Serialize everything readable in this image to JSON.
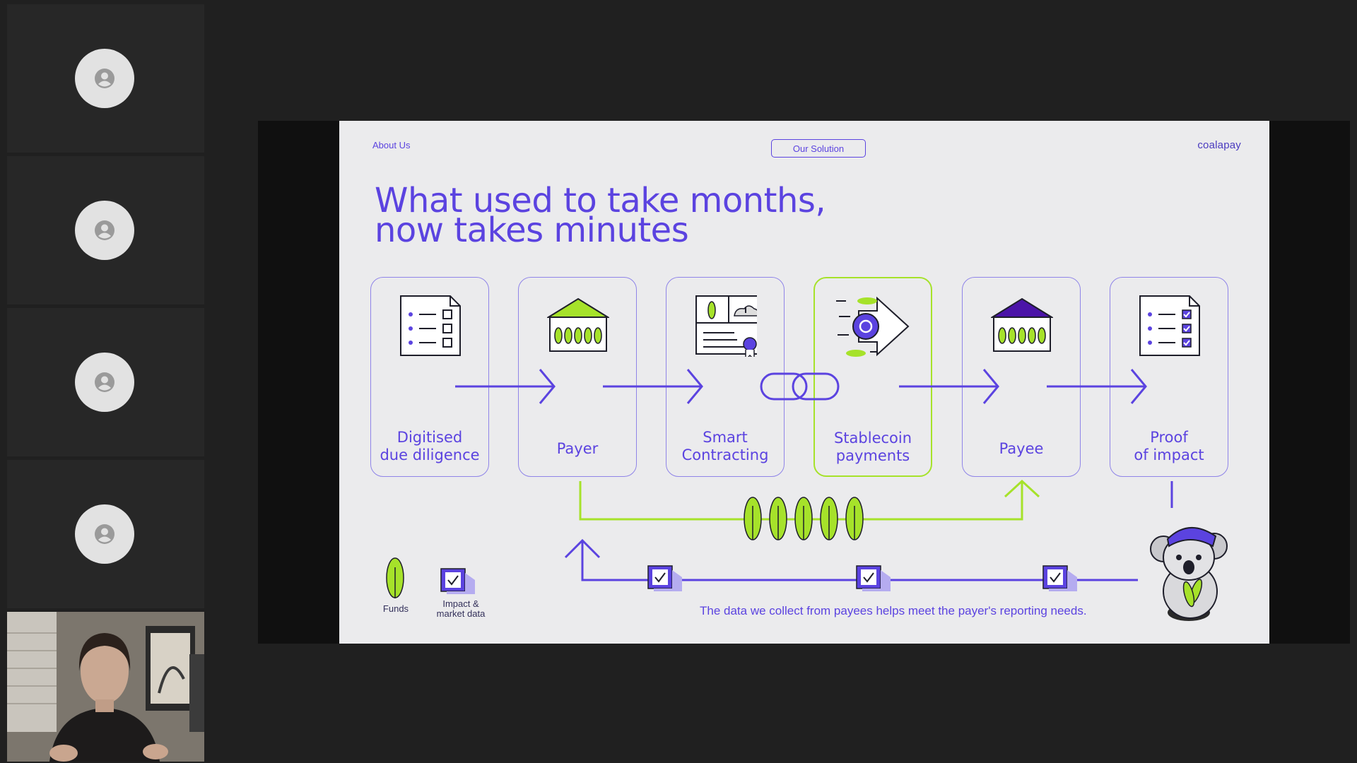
{
  "participants": [
    {
      "icon": "user-icon"
    },
    {
      "icon": "user-icon"
    },
    {
      "icon": "user-icon"
    },
    {
      "icon": "user-icon"
    }
  ],
  "slide": {
    "nav_label": "About Us",
    "section_tag": "Our Solution",
    "logo": "coalapay",
    "title_line1": "What used to take months,",
    "title_line2": "now takes minutes",
    "steps": [
      {
        "line1": "Digitised",
        "line2": "due diligence",
        "icon": "checklist-icon"
      },
      {
        "line1": "Payer",
        "line2": "",
        "icon": "payer-house-icon"
      },
      {
        "line1": "Smart",
        "line2": "Contracting",
        "icon": "contract-icon"
      },
      {
        "line1": "Stablecoin",
        "line2": "payments",
        "icon": "stablecoin-arrow-icon"
      },
      {
        "line1": "Payee",
        "line2": "",
        "icon": "payee-house-icon"
      },
      {
        "line1": "Proof",
        "line2": "of impact",
        "icon": "checked-list-icon"
      }
    ],
    "legend": {
      "funds": "Funds",
      "impact_line1": "Impact &",
      "impact_line2": "market data"
    },
    "caption": "The data we collect from payees helps meet the payer's reporting needs."
  },
  "colors": {
    "accent_purple": "#5b43e0",
    "accent_green": "#a6e22a",
    "slide_background": "#ebebed",
    "app_background": "#202020"
  }
}
